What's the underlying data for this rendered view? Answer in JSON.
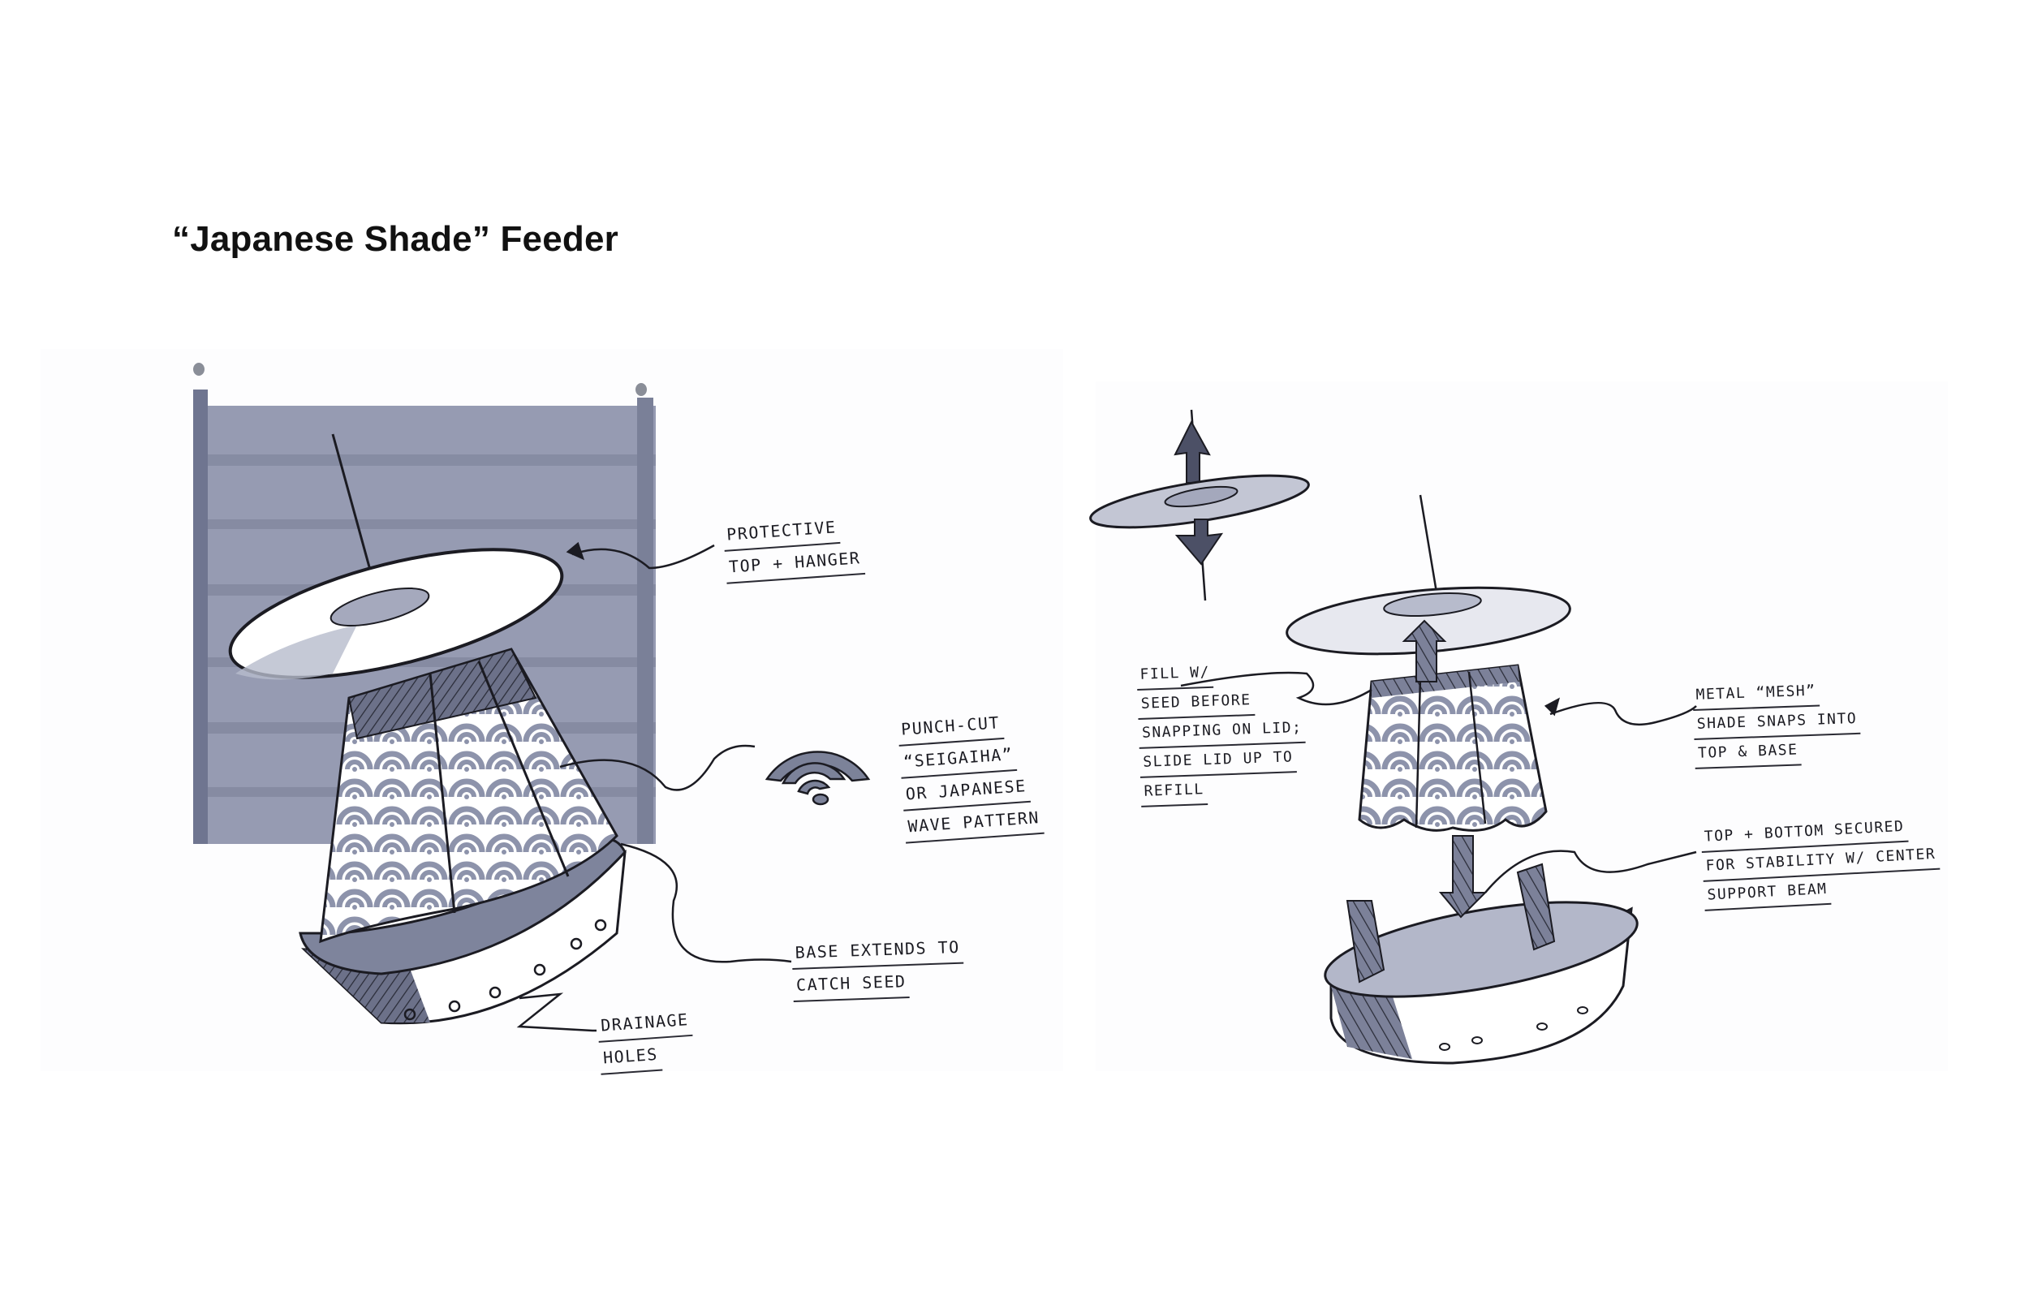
{
  "title": "“Japanese Shade” Feeder",
  "colors": {
    "marker_gray": "#8d93ab",
    "marker_dark": "#5c6178",
    "ink": "#1b1b22",
    "paper": "#ffffff"
  },
  "left_sketch": {
    "name": "assembled feeder with wave-pattern shade",
    "annotations": [
      {
        "id": "protective-top",
        "lines": [
          "Protective",
          "Top + Hanger"
        ]
      },
      {
        "id": "punch-cut",
        "lines": [
          "Punch-cut",
          "“Seigaiha”",
          "or Japanese",
          "wave pattern"
        ]
      },
      {
        "id": "base-extends",
        "lines": [
          "Base extends to",
          "catch seed"
        ]
      },
      {
        "id": "drainage",
        "lines": [
          "Drainage",
          "holes"
        ]
      }
    ],
    "icon": "seigaiha-wave-icon"
  },
  "right_sketch": {
    "name": "exploded feeder view",
    "annotations": [
      {
        "id": "fill",
        "lines": [
          "Fill w/",
          "seed before",
          "snapping on lid;",
          "slide lid up to",
          "refill"
        ]
      },
      {
        "id": "metal-mesh",
        "lines": [
          "Metal “mesh”",
          "shade snaps into",
          "top & base"
        ]
      },
      {
        "id": "support-beam",
        "lines": [
          "Top + bottom secured",
          "for stability w/ center",
          "support beam"
        ]
      }
    ],
    "icon": "up-down-arrow-icon"
  }
}
